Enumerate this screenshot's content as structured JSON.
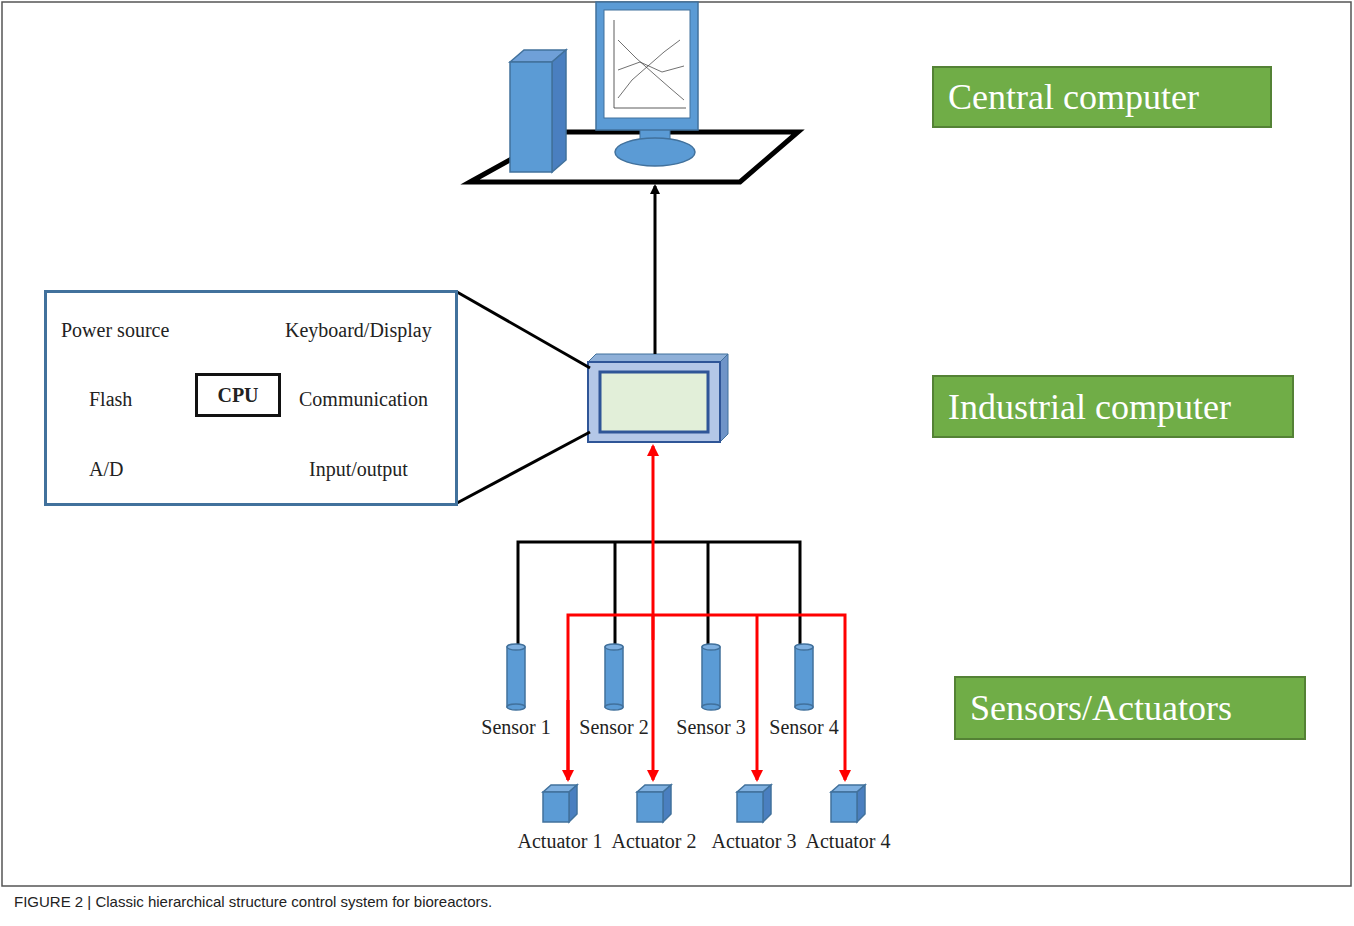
{
  "diagram": {
    "caption": "FIGURE 2 | Classic hierarchical structure control system for bioreactors.",
    "nodes": [
      {
        "text": [
          "Central computer"
        ]
      },
      {
        "text": [
          "Industrial computer"
        ]
      },
      {
        "text": [
          "Sensors/Actuators"
        ]
      },
      {
        "text": [
          "Power source",
          "Keyboard/Display",
          "Flash",
          "Communication",
          "A/D",
          "Input/output"
        ]
      },
      {
        "text": [
          "CPU"
        ],
        "in": 3
      },
      {
        "text": [
          "Sensor 1"
        ]
      },
      {
        "text": [
          "Sensor 2"
        ]
      },
      {
        "text": [
          "Sensor 3"
        ]
      },
      {
        "text": [
          "Sensor 4"
        ]
      },
      {
        "text": [
          "Actuator 1"
        ]
      },
      {
        "text": [
          "Actuator 2"
        ]
      },
      {
        "text": [
          "Actuator 3"
        ]
      },
      {
        "text": [
          "Actuator 4"
        ]
      }
    ]
  }
}
